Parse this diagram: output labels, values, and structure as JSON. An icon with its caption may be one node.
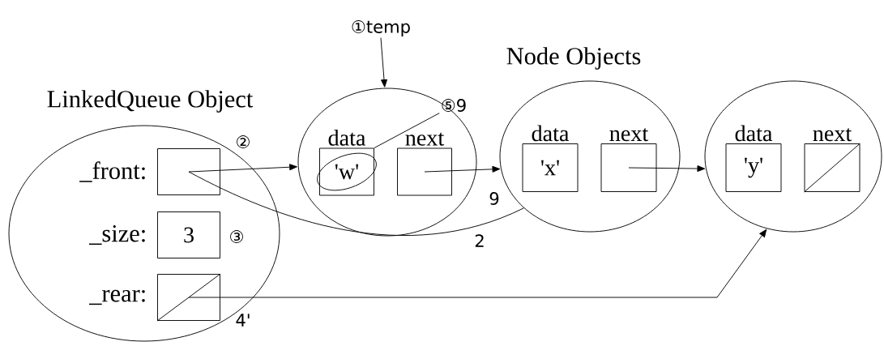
{
  "diagram": {
    "nodes": [
      {
        "text": [
          "LinkedQueue Object"
        ]
      },
      {
        "text": [],
        "shape": "box",
        "in": 0,
        "beside": [
          "_front:"
        ]
      },
      {
        "text": [
          "3"
        ],
        "in": 0,
        "beside": [
          "_size:"
        ]
      },
      {
        "text": [],
        "shape": "box",
        "in": 0,
        "beside": [
          "_rear:"
        ]
      },
      {
        "text": [],
        "shape": "ellipse"
      },
      {
        "text": [
          "'w'"
        ],
        "in": 4,
        "beside": [
          "data"
        ]
      },
      {
        "text": [],
        "shape": "box",
        "in": 4,
        "beside": [
          "next"
        ]
      },
      {
        "text": [],
        "shape": "ellipse"
      },
      {
        "text": [
          "'x'"
        ],
        "in": 7,
        "beside": [
          "data"
        ]
      },
      {
        "text": [],
        "shape": "box",
        "in": 7,
        "beside": [
          "next"
        ]
      },
      {
        "text": [],
        "shape": "ellipse"
      },
      {
        "text": [
          "'y'"
        ],
        "in": 10,
        "beside": [
          "data"
        ]
      },
      {
        "text": [],
        "shape": "box",
        "in": 10,
        "beside": [
          "next"
        ]
      },
      {
        "text": [
          "①temp"
        ]
      },
      {
        "text": [
          "⑤9"
        ]
      }
    ],
    "edges": [
      {
        "from": 1,
        "to": 4,
        "arrow": "to"
      },
      {
        "from": 6,
        "to": 7,
        "arrow": "to"
      },
      {
        "from": 9,
        "to": 10,
        "arrow": "to"
      },
      {
        "from": 3,
        "to": 10,
        "arrow": "to"
      },
      {
        "from": 13,
        "to": 4,
        "arrow": "to"
      },
      {
        "from": 5,
        "to": 14,
        "arrow": "none"
      },
      {
        "from": 1,
        "to": 7,
        "arrow": "none"
      }
    ],
    "labels": [
      "Node Objects",
      "②",
      "③",
      "4'",
      "9",
      "2"
    ]
  }
}
